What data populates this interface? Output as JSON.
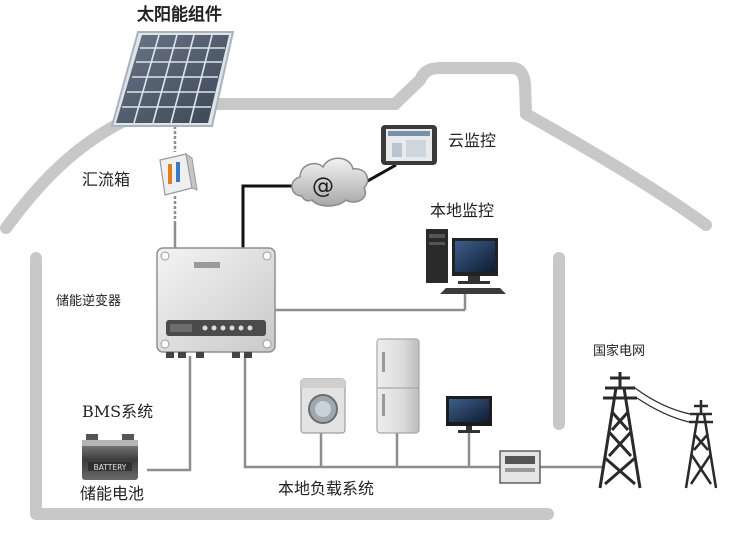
{
  "labels": {
    "solar_panel": "太阳能组件",
    "combiner_box": "汇流箱",
    "cloud_monitor": "云监控",
    "local_monitor": "本地监控",
    "inverter": "储能逆变器",
    "bms": "BMS系统",
    "battery": "储能电池",
    "battery_text": "BATTERY",
    "local_load": "本地负载系统",
    "grid": "国家电网",
    "cloud_symbol": "@"
  },
  "colors": {
    "house_outline": "#c8c8c8",
    "wire": "#8e8e8e",
    "comm_line": "#111111",
    "panel_cell": "#4d5a6b",
    "panel_frame": "#cfd6dd",
    "tower": "#2a2a2a"
  },
  "icons": {
    "solar_panel": "solar-panel-icon",
    "combiner_box": "combiner-box-icon",
    "cloud": "cloud-icon",
    "tablet": "tablet-icon",
    "computer": "desktop-computer-icon",
    "inverter": "inverter-icon",
    "battery": "battery-icon",
    "washer": "washing-machine-icon",
    "fridge": "refrigerator-icon",
    "tv": "tv-icon",
    "meter": "electric-meter-icon",
    "tower": "transmission-tower-icon"
  }
}
